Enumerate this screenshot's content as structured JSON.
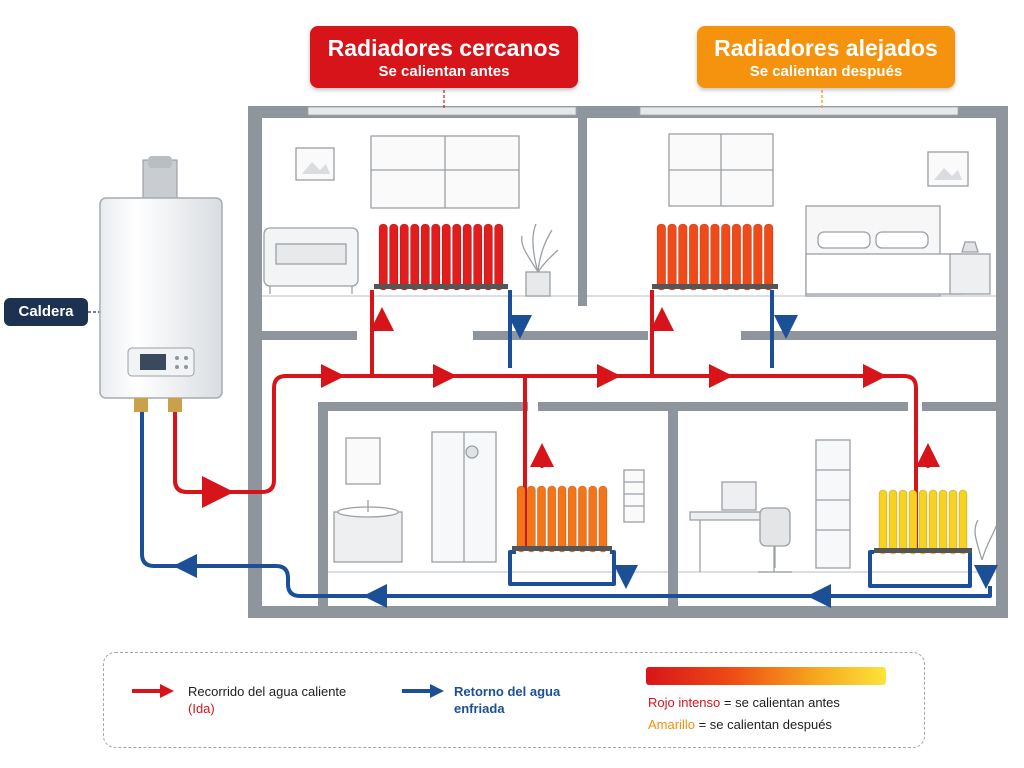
{
  "header": {
    "near": {
      "title": "Radiadores cercanos",
      "subtitle": "Se calientan antes"
    },
    "far": {
      "title": "Radiadores alejados",
      "subtitle": "Se calientan después"
    }
  },
  "boiler": {
    "label": "Caldera"
  },
  "legend": {
    "hot_label": "Recorrido del agua caliente",
    "hot_sub": "(Ida)",
    "return_label": "Retorno del agua",
    "return_label_2": "enfriada",
    "red_key": "Rojo intenso",
    "red_desc": " = se calientan antes",
    "yellow_key": "Amarillo",
    "yellow_desc": " = se calientan después"
  },
  "colors": {
    "hot_pipe": "#d8141b",
    "cold_pipe": "#1b4f96",
    "near_header": "#d8141b",
    "far_header": "#f5930f",
    "boiler_label_bg": "#1d3250"
  },
  "rooms": [
    "living-room",
    "bedroom",
    "bathroom",
    "office"
  ],
  "radiators": [
    {
      "room": "living-room",
      "color": "#e11d1d"
    },
    {
      "room": "bedroom",
      "color": "#f04a18"
    },
    {
      "room": "bathroom",
      "color": "#f47418"
    },
    {
      "room": "office",
      "color": "#f7d21e"
    }
  ]
}
